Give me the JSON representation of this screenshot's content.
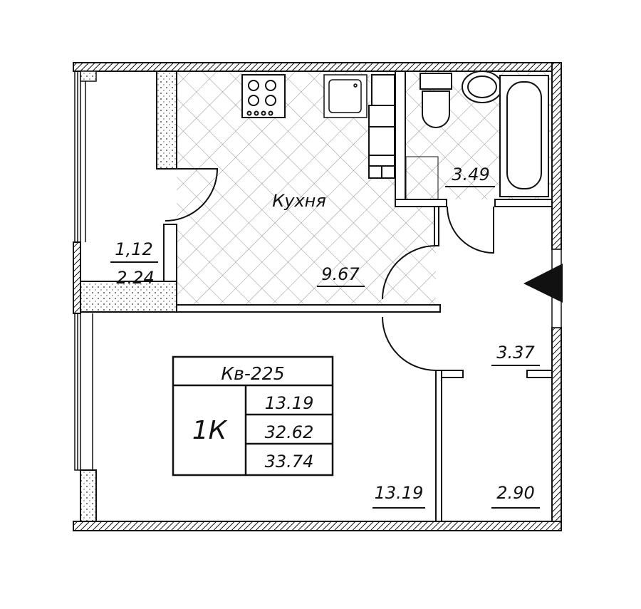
{
  "plan": {
    "apartment_number": "Кв-225",
    "room_type": "1К",
    "living_area": "13.19",
    "total_area": "32.62",
    "total_area_with_balcony": "33.74",
    "rooms": {
      "kitchen_name": "Кухня",
      "kitchen_area": "9.67",
      "bathroom_area": "3.49",
      "balcony_area_reduced": "1,12",
      "balcony_area": "2.24",
      "hall_area": "3.37",
      "living_room_area": "13.19",
      "storage_area": "2.90"
    }
  },
  "colors": {
    "line": "#111111",
    "background": "#ffffff"
  }
}
